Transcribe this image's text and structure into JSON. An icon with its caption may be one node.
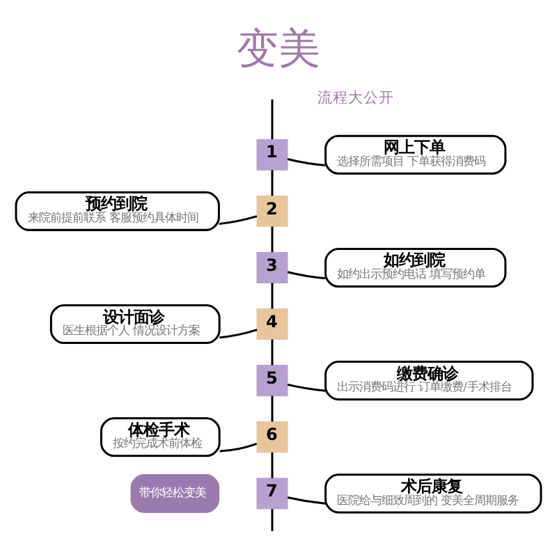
{
  "diagram": {
    "title": "变美",
    "nodes": [
      {
        "text": [
          "1"
        ]
      },
      {
        "text": [
          "网上下单",
          "选择所需项目 下单获得消费码"
        ]
      },
      {
        "text": [
          "2"
        ]
      },
      {
        "text": [
          "预约到院",
          "来院前提前联系 客服预约具体时间"
        ]
      },
      {
        "text": [
          "3"
        ]
      },
      {
        "text": [
          "如约到院",
          "如约出示预约电话 填写预约单"
        ]
      },
      {
        "text": [
          "4"
        ]
      },
      {
        "text": [
          "设计面诊",
          "医生根据个人 情况设计方案"
        ]
      },
      {
        "text": [
          "5"
        ]
      },
      {
        "text": [
          "缴费确诊",
          "出示消费码进行 订单缴费/手术排台"
        ]
      },
      {
        "text": [
          "6"
        ]
      },
      {
        "text": [
          "体检手术",
          "按约完成术前体检"
        ]
      },
      {
        "text": [
          "7"
        ]
      },
      {
        "text": [
          "术后康复",
          "医院给与细致周到的 变美全周期服务"
        ]
      },
      {
        "text": [
          "带你轻松变美"
        ]
      }
    ],
    "edges": [
      {
        "from": null,
        "to": 0,
        "arrow": "none"
      },
      {
        "from": 0,
        "to": 1,
        "arrow": "none"
      },
      {
        "from": 0,
        "to": 2,
        "arrow": "none"
      },
      {
        "from": 3,
        "to": 2,
        "arrow": "none"
      },
      {
        "from": 2,
        "to": 4,
        "arrow": "none"
      },
      {
        "from": 4,
        "to": 5,
        "arrow": "none"
      },
      {
        "from": 4,
        "to": 6,
        "arrow": "none"
      },
      {
        "from": 7,
        "to": 6,
        "arrow": "none"
      },
      {
        "from": 6,
        "to": 8,
        "arrow": "none"
      },
      {
        "from": 8,
        "to": 9,
        "arrow": "none"
      },
      {
        "from": 8,
        "to": 10,
        "arrow": "none"
      },
      {
        "from": 11,
        "to": 10,
        "arrow": "none"
      },
      {
        "from": 10,
        "to": 12,
        "arrow": "none"
      },
      {
        "from": 12,
        "to": 13,
        "arrow": "none"
      },
      {
        "from": 12,
        "to": null,
        "arrow": "none"
      }
    ],
    "labels": [
      "流程大公开"
    ]
  }
}
